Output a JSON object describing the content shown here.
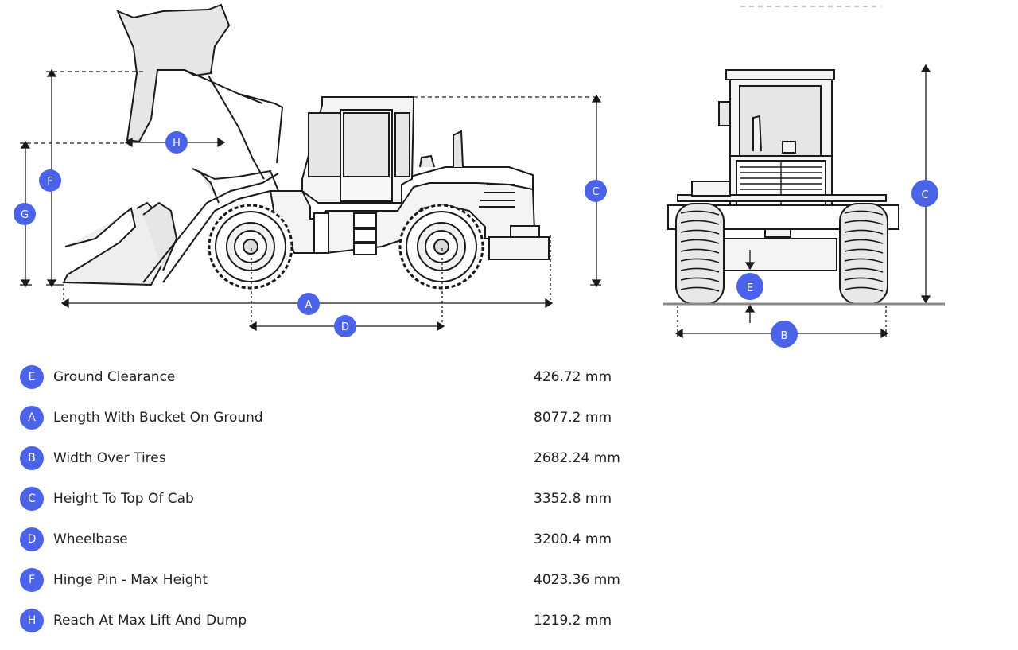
{
  "diagram": {
    "side_view_letters": {
      "A": "A",
      "C": "C",
      "D": "D",
      "F": "F",
      "G": "G",
      "H": "H"
    },
    "front_view_letters": {
      "B": "B",
      "C": "C",
      "E": "E"
    },
    "badge_color": "#4a63e8",
    "line_color": "#1a1a1a"
  },
  "specs": [
    {
      "letter": "E",
      "label": "Ground Clearance",
      "value": "426.72 mm"
    },
    {
      "letter": "A",
      "label": "Length With Bucket On Ground",
      "value": "8077.2 mm"
    },
    {
      "letter": "B",
      "label": "Width Over Tires",
      "value": "2682.24 mm"
    },
    {
      "letter": "C",
      "label": "Height To Top Of Cab",
      "value": "3352.8 mm"
    },
    {
      "letter": "D",
      "label": "Wheelbase",
      "value": "3200.4 mm"
    },
    {
      "letter": "F",
      "label": "Hinge Pin - Max Height",
      "value": "4023.36 mm"
    },
    {
      "letter": "H",
      "label": "Reach At Max Lift And Dump",
      "value": "1219.2 mm"
    }
  ]
}
